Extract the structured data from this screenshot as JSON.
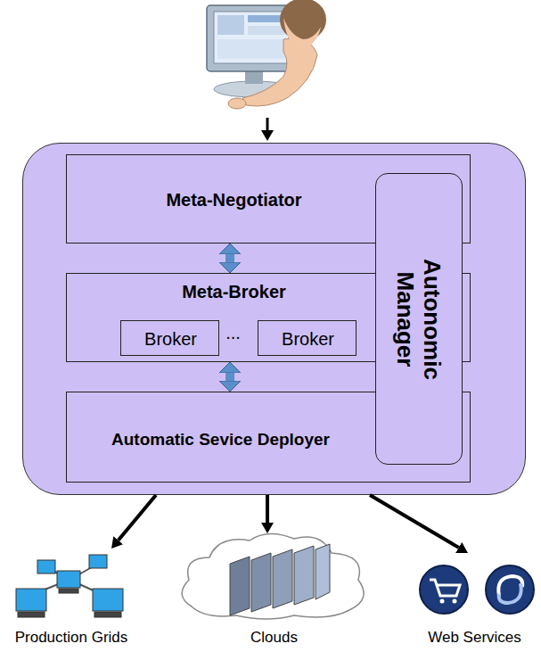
{
  "diagram": {
    "nodes": [
      {
        "text": []
      },
      {
        "text": [
          "Meta-Negotiator"
        ],
        "in": 0
      },
      {
        "text": [
          "Meta-Broker"
        ],
        "in": 0
      },
      {
        "text": [
          "Broker"
        ],
        "in": 2
      },
      {
        "text": [
          "Broker"
        ],
        "in": 2
      },
      {
        "text": [
          "Automatic Sevice Deployer"
        ],
        "in": 0
      },
      {
        "text": [
          "Autonomic Manager"
        ],
        "in": 0
      },
      {
        "text": [
          "Production Grids"
        ]
      },
      {
        "text": [
          "Clouds"
        ]
      },
      {
        "text": [
          "Web Services"
        ]
      }
    ],
    "edges": [
      {
        "from": 1,
        "to": 2,
        "arrow": "both"
      },
      {
        "from": 2,
        "to": 5,
        "arrow": "both"
      },
      {
        "from": 0,
        "to": 7,
        "arrow": "to"
      },
      {
        "from": 0,
        "to": 8,
        "arrow": "to"
      },
      {
        "from": 0,
        "to": 9,
        "arrow": "to"
      }
    ],
    "labels": [
      "..."
    ]
  }
}
